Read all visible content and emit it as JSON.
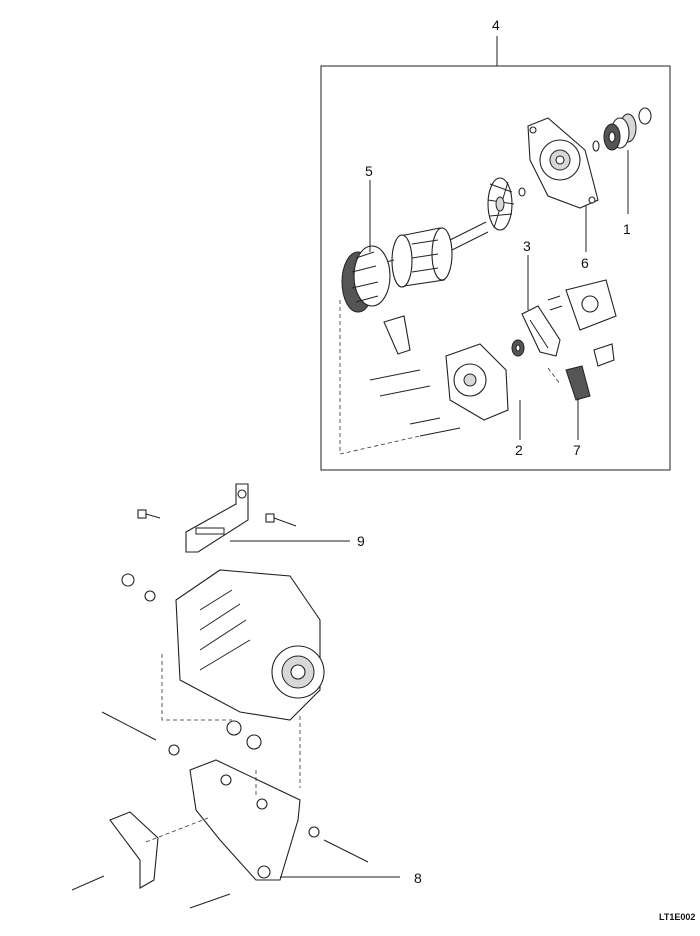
{
  "diagram": {
    "callouts": [
      {
        "id": "c1",
        "text": "1"
      },
      {
        "id": "c2",
        "text": "2"
      },
      {
        "id": "c3",
        "text": "3"
      },
      {
        "id": "c4",
        "text": "4"
      },
      {
        "id": "c5",
        "text": "5"
      },
      {
        "id": "c6",
        "text": "6"
      },
      {
        "id": "c7",
        "text": "7"
      },
      {
        "id": "c8",
        "text": "8"
      },
      {
        "id": "c9",
        "text": "9"
      }
    ],
    "figure_code": "LT1E002"
  }
}
